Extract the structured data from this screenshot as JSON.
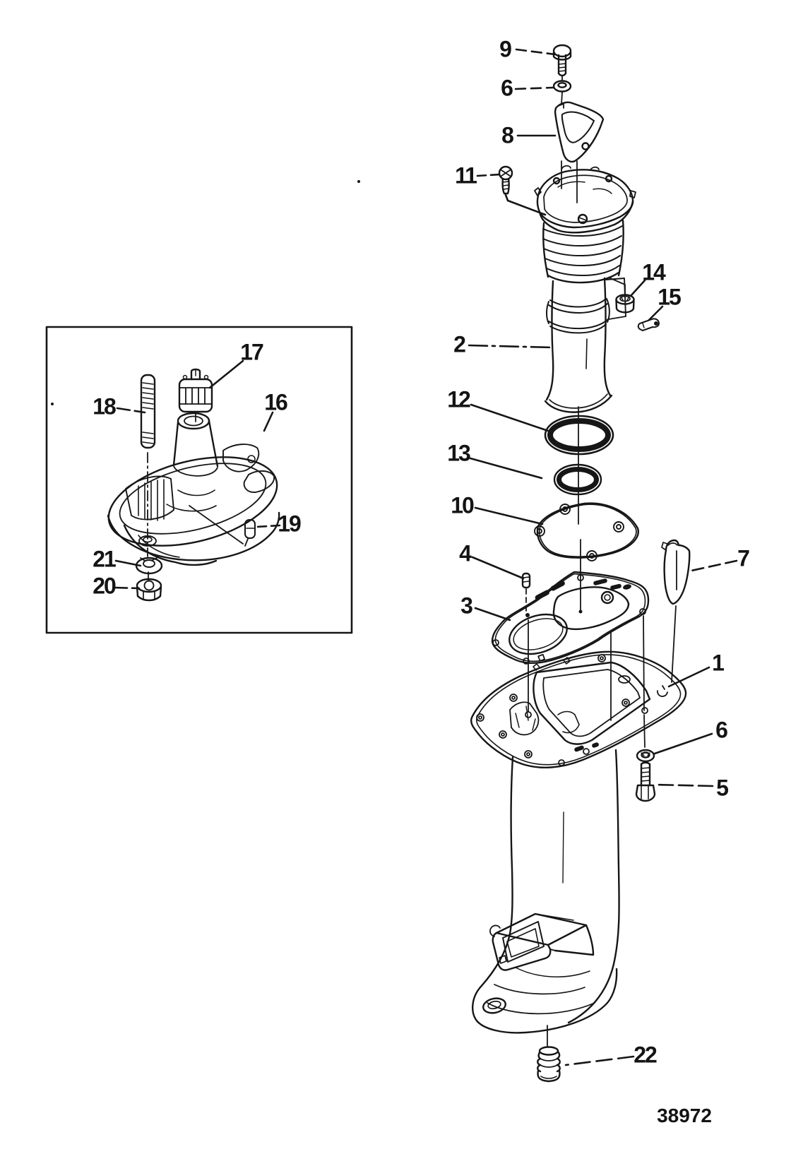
{
  "figure": {
    "kind": "exploded-parts-diagram",
    "ink_color": "#161616",
    "paper_color": "#ffffff"
  },
  "drawing_number": "38972",
  "callouts": [
    {
      "label": "9"
    },
    {
      "label": "6"
    },
    {
      "label": "8"
    },
    {
      "label": "11"
    },
    {
      "label": "14"
    },
    {
      "label": "15"
    },
    {
      "label": "2"
    },
    {
      "label": "12"
    },
    {
      "label": "13"
    },
    {
      "label": "10"
    },
    {
      "label": "4"
    },
    {
      "label": "3"
    },
    {
      "label": "7"
    },
    {
      "label": "1"
    },
    {
      "label": "6"
    },
    {
      "label": "5"
    },
    {
      "label": "22"
    },
    {
      "label": "17"
    },
    {
      "label": "18"
    },
    {
      "label": "16"
    },
    {
      "label": "19"
    },
    {
      "label": "21"
    },
    {
      "label": "20"
    }
  ]
}
